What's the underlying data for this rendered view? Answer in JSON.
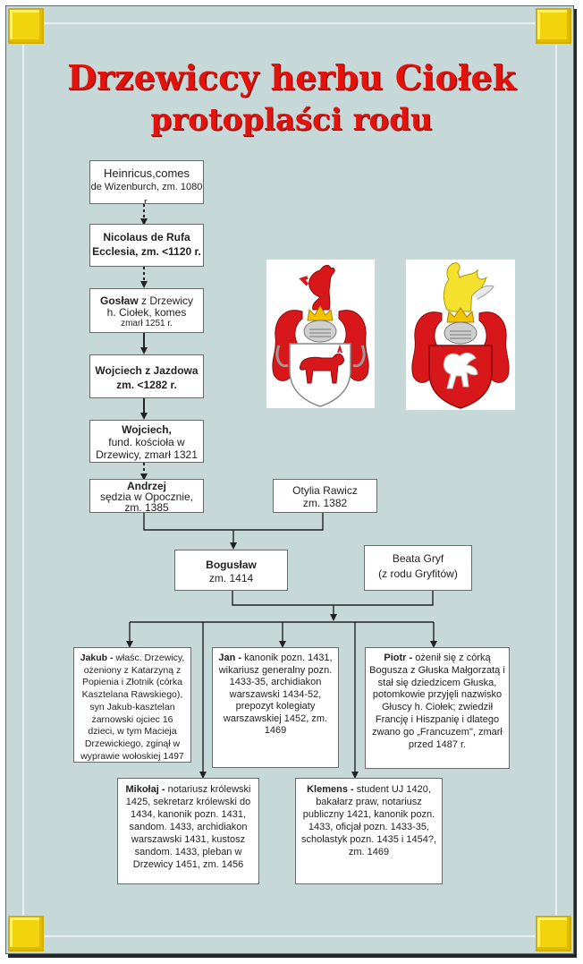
{
  "title": {
    "line1": "Drzewiccy herbu Ciołek",
    "line2": "protoplaści rodu"
  },
  "nodes": {
    "heinricus": {
      "l1": "Heinricus,comes",
      "l2": "de Wizenburch, zm. 1080 r."
    },
    "nicolaus": {
      "l1": "Nicolaus de Rufa",
      "l2": "Ecclesia,  zm. <1120 r."
    },
    "goslaw": {
      "name": "Gosław",
      "l1": " z Drzewicy",
      "l2": "h. Ciołek,  komes",
      "l3": "zmarł 1251 r."
    },
    "wojciech1": {
      "name": "Wojciech z Jazdowa",
      "l2": "zm.   <1282 r."
    },
    "wojciech2": {
      "name": "Wojciech,",
      "l2": "fund. kościoła w",
      "l3": "Drzewicy, zmarł  1321"
    },
    "andrzej": {
      "name": "Andrzej",
      "l2": "sędzia w Opocznie,",
      "l3": "zm. 1385"
    },
    "otylia": {
      "l1": "Otylia Rawicz",
      "l2": "zm. 1382"
    },
    "boguslaw": {
      "name": "Bogusław",
      "l2": "zm. 1414"
    },
    "beata": {
      "l1": "Beata Gryf",
      "l2": "(z rodu Gryfitów)"
    },
    "jakub": {
      "name": "Jakub -",
      "text": " właśc. Drzewicy, ożeniony z Katarzyną z Popienia i Złotnik (córka Kasztelana Rawskiego), syn Jakub-kasztelan żarnowski ojciec 16 dzieci, w tym Macieja Drzewickiego, zginął w wyprawie wołoskiej 1497"
    },
    "jan": {
      "name": "Jan -",
      "text": " kanonik pozn. 1431, wikariusz generalny pozn. 1433-35, archidiakon warszawski 1434-52, prepozyt kolegiaty warszawskiej 1452, zm. 1469"
    },
    "piotr": {
      "name": "Piotr -",
      "text": "  ożenił się z córką Bogusza z Głuska Małgorzatą i stał się dziedzicem Głuska, potomkowie przyjęli nazwisko Głuscy h. Ciołek; zwiedził Francję i Hiszpanię i dlatego zwano go „Francuzem\", zmarł przed 1487 r."
    },
    "mikolaj": {
      "name": "Mikołaj -",
      "text": " notariusz królewski 1425, sekretarz królewski do 1434, kanonik pozn. 1431, sandom. 1433, archidiakon warszawski 1431, kustosz sandom. 1433, pleban w Drzewicy 1451, zm. 1456"
    },
    "klemens": {
      "name": "Klemens -",
      "text": " student UJ 1420, bakałarz praw, notariusz publiczny 1421, kanonik pozn. 1433, oficjał pozn. 1433-35, scholastyk pozn. 1435 i 1454?, zm. 1469"
    }
  },
  "crests": [
    {
      "name": "Ciołek",
      "icon": "calf-icon"
    },
    {
      "name": "Gryf",
      "icon": "griffin-icon"
    }
  ],
  "colors": {
    "background": "#c7d8d9",
    "title": "#e3120b",
    "corner": "#f2d40c",
    "crest_red": "#d8171b"
  }
}
